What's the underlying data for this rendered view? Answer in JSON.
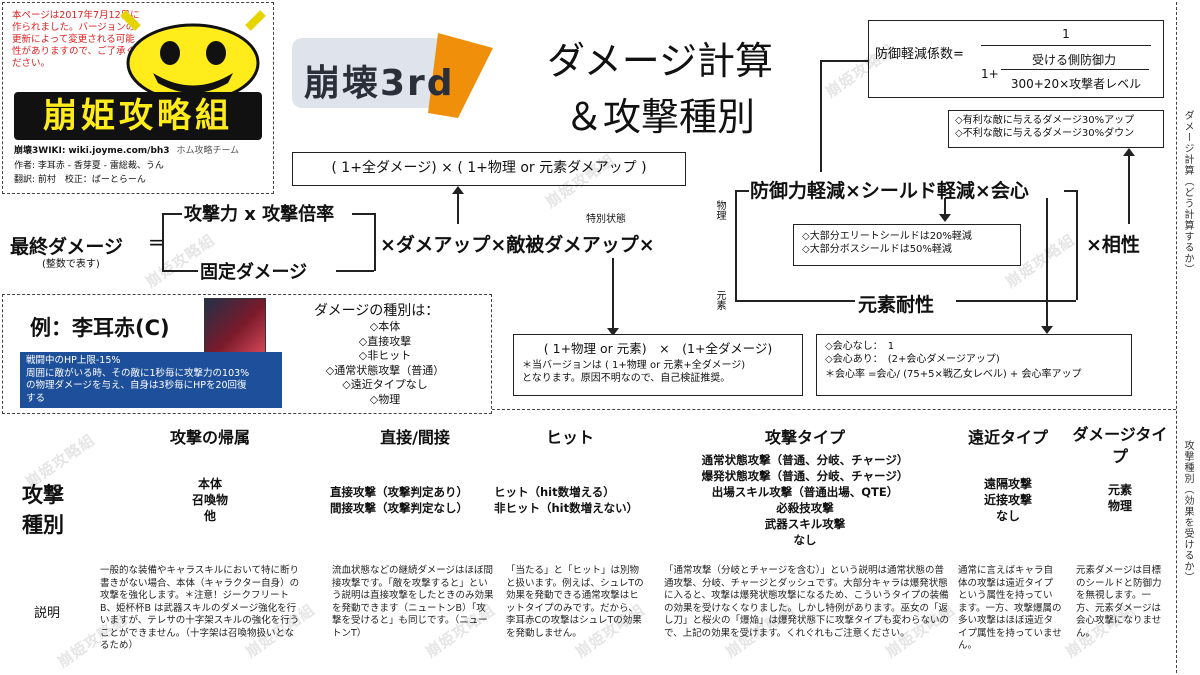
{
  "notice": "本ページは2017年7月12日に作られました。バージョンの更新によって変更される可能性がありますので、ご了承ください。",
  "brand": {
    "logo_text": "崩姫攻略組",
    "wiki_label": "崩壊3WIKI:",
    "wiki_url": "wiki.joyme.com/bh3",
    "team": "ホム攻略チーム"
  },
  "credits": {
    "line1_label": "作者:",
    "line1_names": "李耳赤 - 香芽夏 - 雷総裁、うん",
    "line2_label": "翻訳:",
    "line2_names": "前村　校正：ばーとらーん"
  },
  "title": {
    "game_logo": "崩壊3rd",
    "line1": "ダメージ計算",
    "line2": "＆攻撃種別"
  },
  "formula": {
    "final_damage": "最終ダメージ",
    "final_note": "(整数で表す)",
    "equals": "=",
    "atk": "攻撃力 x 攻撃倍率",
    "fixed": "固定ダメージ",
    "mid": "×ダメアップ×敵被ダメアップ×",
    "special_state": "特別状態",
    "defense_line": "防御力軽減×シールド軽減×会心",
    "elemental_res": "元素耐性",
    "affinity": "×相性",
    "physical": "物理",
    "elemental": "元素"
  },
  "dmg_up_box": "( 1+全ダメージ) × ( 1+物理 or 元素ダメアップ )",
  "defense_box": {
    "label": "防御軽減係数=",
    "numerator": "1",
    "denominator_prefix": "1+",
    "sub_numerator": "受ける側防御力",
    "sub_denominator": "300+20×攻撃者レベル"
  },
  "advantage_box": {
    "line1": "◇有利な敵に与えるダメージ30%アップ",
    "line2": "◇不利な敵に与えるダメージ30%ダウン"
  },
  "shield_box": {
    "line1": "◇大部分エリートシールドは20%軽減",
    "line2": "◇大部分ボスシールドは50%軽減"
  },
  "taken_box": {
    "formula": "( 1+物理 or 元素)　×　(1+全ダメージ)",
    "note1": "＊当バージョンは ( 1+物理 or 元素+全ダメージ)",
    "note2": "となります。原因不明なので、自己検証推奨。"
  },
  "crit_box": {
    "line1": "◇会心なし：　1",
    "line2": "◇会心あり：　(2+会心ダメージアップ)",
    "line3": "＊会心率 =会心/ (75+5×戦乙女レベル) + 会心率アップ"
  },
  "example": {
    "title": "例：李耳赤(C)",
    "skill_line1": "戦闘中のHP上限-15%",
    "skill_line2": "周囲に敵がいる時、その敵に1秒毎に攻撃力の103%",
    "skill_line3": "の物理ダメージを与え、自身は3秒毎にHPを20回復",
    "skill_line4": "する",
    "types_title": "ダメージの種別は：",
    "types": [
      "◇本体",
      "◇直接攻撃",
      "◇非ヒット",
      "◇通常状態攻撃（普通）",
      "◇遠近タイプなし",
      "◇物理"
    ]
  },
  "vertical": {
    "right_top": "ダメージ計算（どう計算するか）",
    "right_bottom": "攻撃種別（効果を受けるか）"
  },
  "categories": {
    "row_title": "攻撃種別",
    "explain_label": "説明",
    "columns": [
      {
        "header": "攻撃の帰属",
        "items": [
          "本体",
          "召喚物",
          "他"
        ],
        "desc": "一般的な装備やキャラスキルにおいて特に断り書きがない場合、本体（キャラクター自身）の攻撃を強化します。＊注意！ジークフリートB、姫杯杯B は武器スキルのダメージ強化を行いますが、テレサの十字架スキルの強化を行うことができません。（十字架は召喚物扱いとなるため）"
      },
      {
        "header": "直接/間接",
        "items": [
          "直接攻撃（攻撃判定あり）",
          "間接攻撃（攻撃判定なし）"
        ],
        "desc": "流血状態などの継続ダメージはほぼ間接攻撃です。「敵を攻撃すると」という説明は直接攻撃をしたときのみ効果を発動できます（ニュートンB）「攻撃を受けると」も同じです。（ニュートンT）"
      },
      {
        "header": "ヒット",
        "items": [
          "ヒット（hit数増える）",
          "非ヒット（hit数増えない）"
        ],
        "desc": "「当たる」と「ヒット」は別物と扱います。例えば、シュレTの効果を発動できる通常攻撃はヒットタイプのみです。だから、李耳赤Cの攻撃はシュレTの効果を発動しません。"
      },
      {
        "header": "攻撃タイプ",
        "items": [
          "通常状態攻撃（普通、分岐、チャージ）",
          "爆発状態攻撃（普通、分岐、チャージ）",
          "出場スキル攻撃（普通出場、QTE）",
          "必殺技攻撃",
          "武器スキル攻撃",
          "なし"
        ],
        "desc": "「通常攻撃（分岐とチャージを含む）」という説明は通常状態の普通攻撃、分岐、チャージとダッシュです。大部分キャラは爆発状態に入ると、攻撃は爆発状態攻撃になるため、こういうタイプの装備の効果を受けなくなりました。しかし特例があります。巫女の「返し刀」と桜火の「爆焔」は爆発状態下に攻撃タイプも変わらないので、上記の効果を受けます。くれぐれもご注意ください。"
      },
      {
        "header": "遠近タイプ",
        "items": [
          "遠隔攻撃",
          "近接攻撃",
          "なし"
        ],
        "desc": "通常に言えばキャラ自体の攻撃は遠近タイプという属性を持っています。一方、攻撃爆属の多い攻撃はほぼ遠近タイプ属性を持っていません。"
      },
      {
        "header": "ダメージタイプ",
        "items": [
          "元素",
          "物理"
        ],
        "desc": "元素ダメージは目標のシールドと防御力を無視します。一方、元素ダメージは会心攻撃になりません。"
      }
    ]
  },
  "watermark": "崩姫攻略組",
  "colors": {
    "accent_red": "#d22222",
    "skill_blue": "#1d4f9a",
    "highlight": "#3ba0ff"
  }
}
